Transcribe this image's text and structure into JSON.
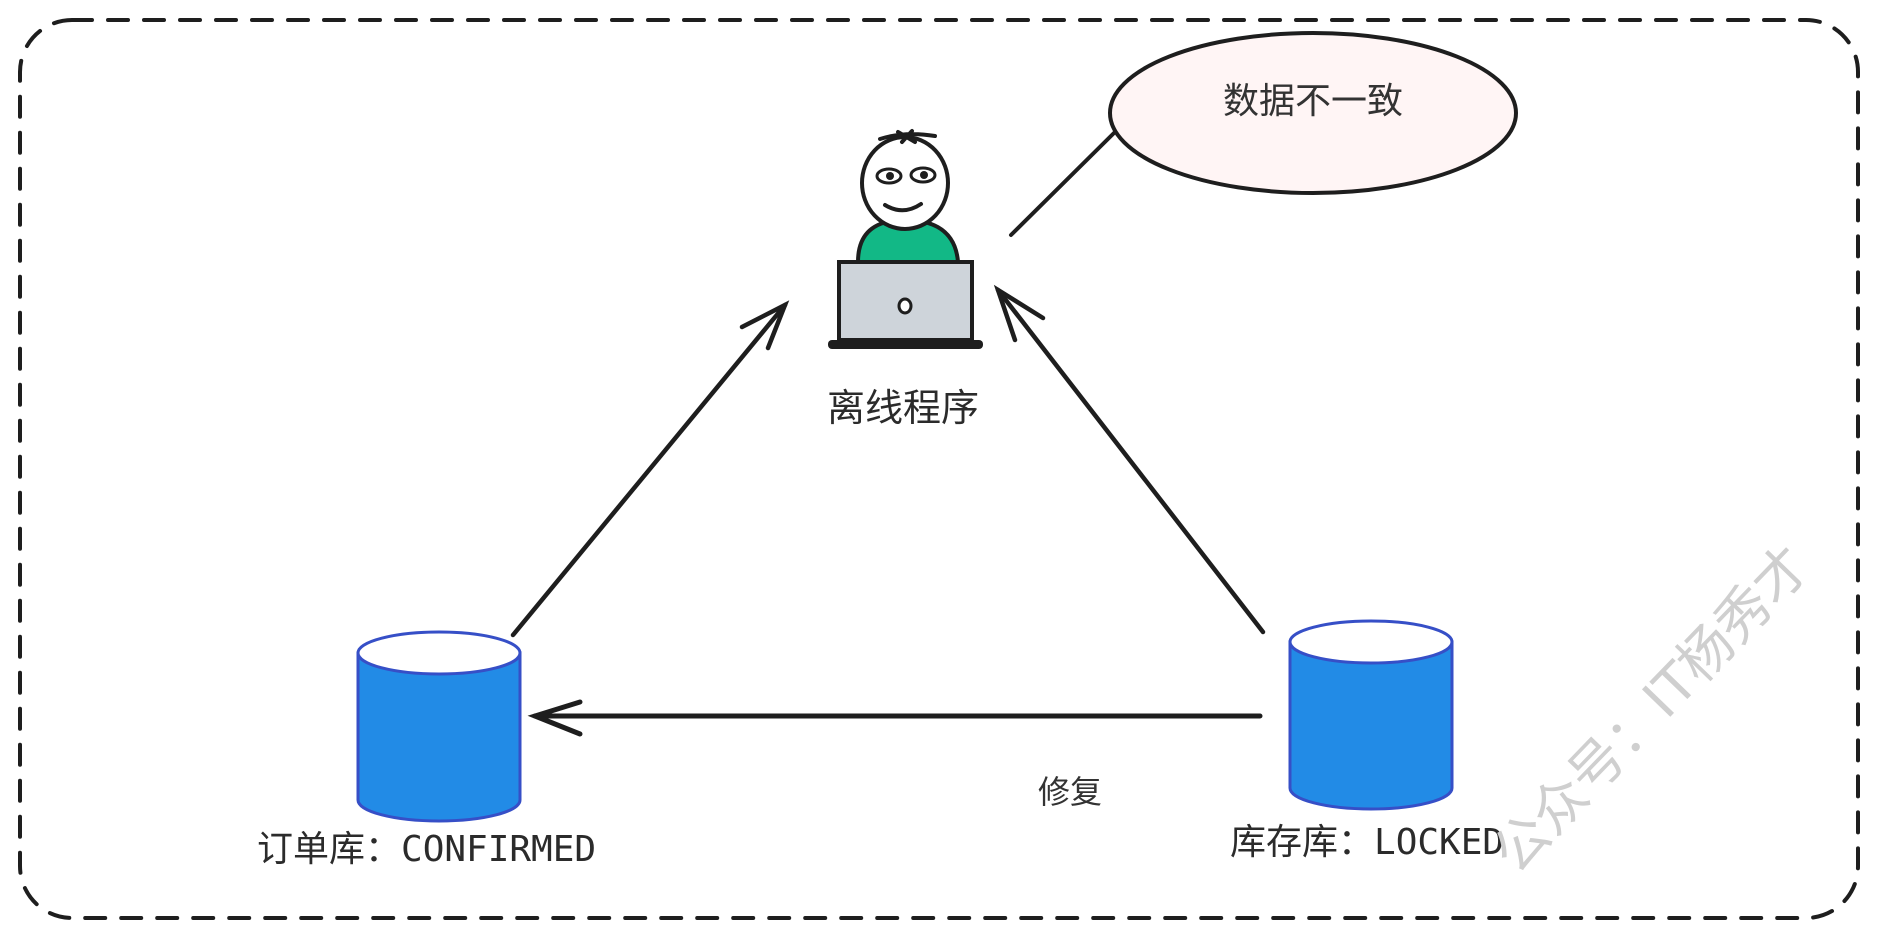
{
  "diagram": {
    "program_label": "离线程序",
    "bubble_text": "数据不一致",
    "repair_label": "修复",
    "order_db": {
      "name": "订单库：",
      "status": "CONFIRMED"
    },
    "stock_db": {
      "name": "库存库：",
      "status": "LOCKED"
    },
    "watermark": "公众号：IT杨秀才",
    "colors": {
      "db_fill": "#228be6",
      "db_stroke": "#364fc7",
      "shirt": "#12b886",
      "laptop": "#ced4da",
      "bubble_fill": "#fff5f5",
      "stroke": "#1e1e1e"
    }
  }
}
